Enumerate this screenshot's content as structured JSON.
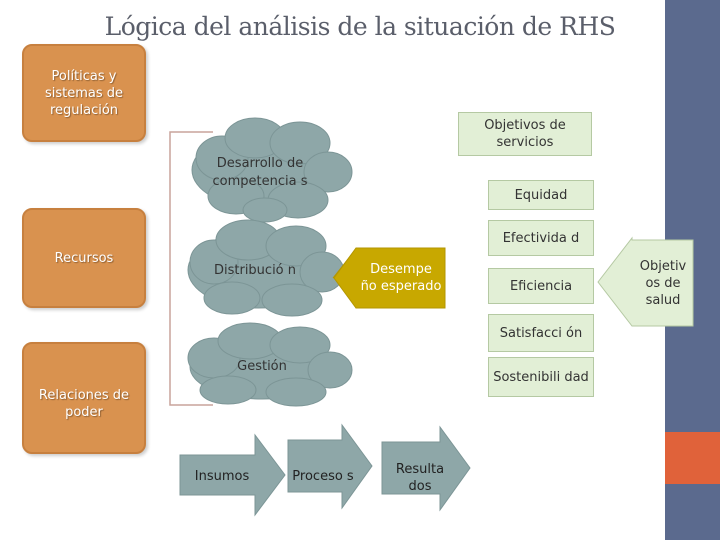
{
  "title": "Lógica del análisis de la situación de RHS",
  "left_boxes": {
    "politicas": "Políticas y sistemas de regulación",
    "recursos": "Recursos",
    "relaciones": "Relaciones de poder"
  },
  "clouds": {
    "desarrollo": "Desarrollo de competencia s",
    "distribucion": "Distribució n",
    "gestion": "Gestión"
  },
  "desempeno": "Desempe ño esperado",
  "objetivos_servicios": "Objetivos de servicios",
  "outcomes": {
    "equidad": "Equidad",
    "efectividad": "Efectivida d",
    "eficiencia": "Eficiencia",
    "satisfaccion": "Satisfacci ón",
    "sostenibilidad": "Sostenibili dad"
  },
  "objetivos_salud": "Objetiv os de salud",
  "process": {
    "insumos": "Insumos",
    "proceso": "Proceso s",
    "resultados": "Resulta dos"
  },
  "colors": {
    "orange": "#d9924f",
    "cloud": "#8ea7a8",
    "gold": "#c8a800",
    "green_light": "#e2efd6",
    "band": "#5b6a8e",
    "accent": "#e0623a"
  }
}
